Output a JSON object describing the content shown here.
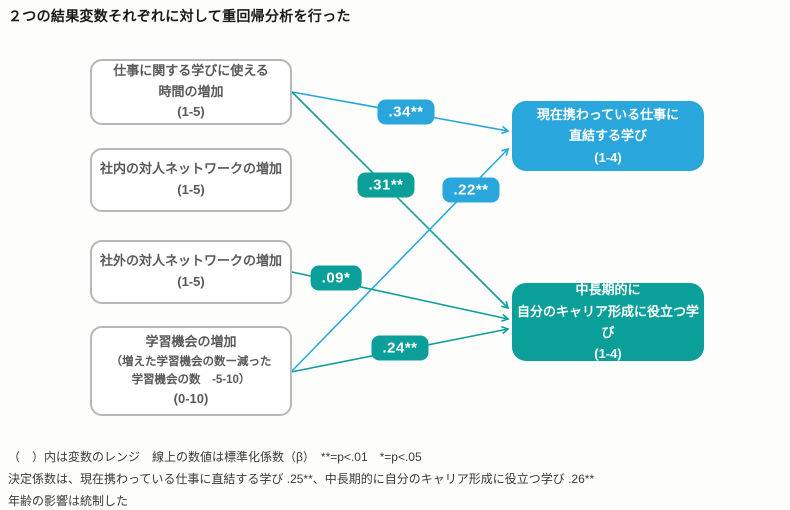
{
  "title": "２つの結果変数それぞれに対して重回帰分析を行った",
  "colors": {
    "blue": "#29a7dd",
    "teal": "#0aa099",
    "predictor_border": "#b7b7b7",
    "predictor_text": "#595959"
  },
  "predictors": [
    {
      "id": "time",
      "lines": [
        "仕事に関する学びに使える",
        "時間の増加",
        "(1-5)"
      ]
    },
    {
      "id": "internal-network",
      "lines": [
        "社内の対人ネットワークの増加",
        "(1-5)"
      ]
    },
    {
      "id": "external-network",
      "lines": [
        "社外の対人ネットワークの増加",
        "(1-5)"
      ]
    },
    {
      "id": "learning-opportunities",
      "lines": [
        "学習機会の増加",
        "（増えた学習機会の数ー減った",
        "学習機会の数　-5-10）",
        "(0-10)"
      ]
    }
  ],
  "outcomes": [
    {
      "id": "current-job-learning",
      "color": "blue",
      "lines": [
        "現在携わっている仕事に",
        "直結する学び",
        "(1-4)"
      ]
    },
    {
      "id": "career-learning",
      "color": "teal",
      "lines": [
        "中長期的に",
        "自分のキャリア形成に役立つ学び",
        "(1-4)"
      ]
    }
  ],
  "paths": [
    {
      "from": "time",
      "to": "current-job-learning",
      "coefficient": ".34**",
      "color": "blue"
    },
    {
      "from": "time",
      "to": "career-learning",
      "coefficient": ".31**",
      "color": "teal"
    },
    {
      "from": "learning-opportunities",
      "to": "current-job-learning",
      "coefficient": ".22**",
      "color": "blue"
    },
    {
      "from": "external-network",
      "to": "career-learning",
      "coefficient": ".09*",
      "color": "teal"
    },
    {
      "from": "learning-opportunities",
      "to": "career-learning",
      "coefficient": ".24**",
      "color": "teal"
    }
  ],
  "footnotes": [
    "（　）内は変数のレンジ　線上の数値は標準化係数（β）　**=p<.01　*=p<.05",
    "決定係数は、現在携わっている仕事に直結する学び .25**、中長期的に自分のキャリア形成に役立つ学び .26**",
    "年齢の影響は統制した"
  ]
}
